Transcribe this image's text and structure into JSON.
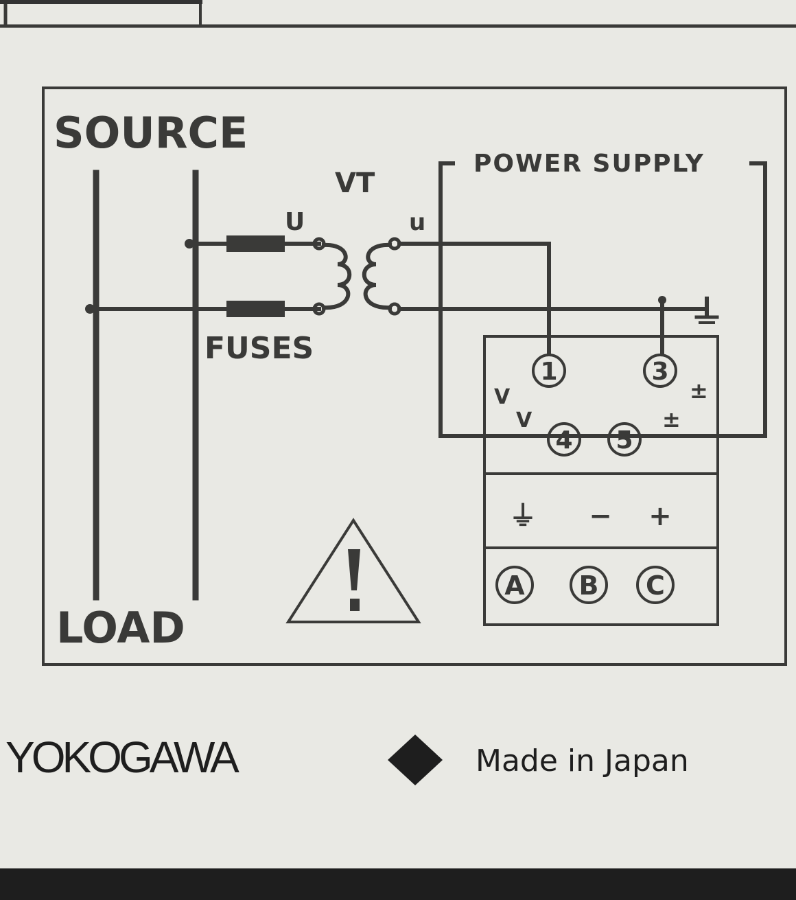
{
  "diagram": {
    "labels": {
      "source": "SOURCE",
      "load": "LOAD",
      "vt": "VT",
      "primary_u": "U",
      "secondary_u": "u",
      "fuses": "FUSES",
      "power_supply": "POWER SUPPLY"
    },
    "terminals": [
      {
        "id": "1",
        "label": "1"
      },
      {
        "id": "3",
        "label": "3"
      },
      {
        "id": "4",
        "label": "4"
      },
      {
        "id": "5",
        "label": "5"
      }
    ],
    "terminal_marks": {
      "v1": "V",
      "v2": "V",
      "pm1": "±",
      "pm2": "±"
    },
    "supply_row": {
      "ground": "⏚",
      "minus": "−",
      "plus": "+"
    },
    "connector_row": [
      "A",
      "B",
      "C"
    ]
  },
  "footer": {
    "brand": "YOKOGAWA",
    "origin": "Made in Japan"
  },
  "colors": {
    "ink": "#3a3a38",
    "paper": "#e9e9e4",
    "strip": "#1e1e1e"
  }
}
